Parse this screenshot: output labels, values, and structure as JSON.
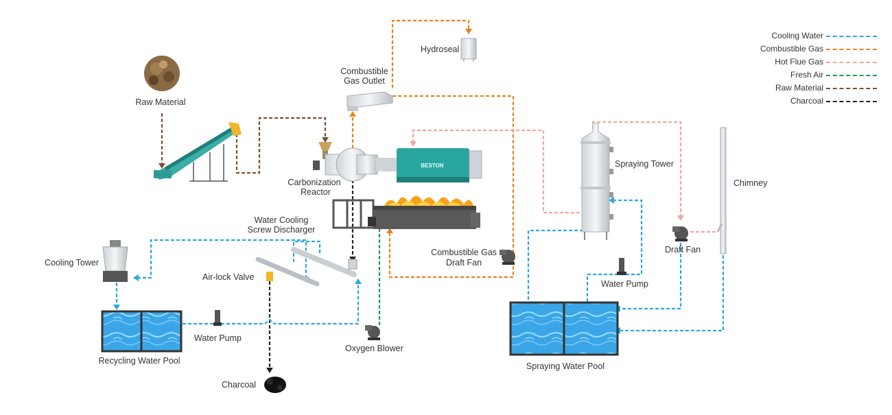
{
  "legend": [
    {
      "label": "Cooling Water",
      "color": "#29a8e0"
    },
    {
      "label": "Combustible Gas",
      "color": "#e8821e"
    },
    {
      "label": "Hot Flue Gas",
      "color": "#f2a6a0"
    },
    {
      "label": "Fresh Air",
      "color": "#1e9e4a"
    },
    {
      "label": "Raw Material",
      "color": "#7a5230"
    },
    {
      "label": "Charcoal",
      "color": "#222222"
    }
  ],
  "labels": {
    "raw_material": "Raw Material",
    "carbonization_reactor_1": "Carbonization",
    "carbonization_reactor_2": "Reactor",
    "combustible_gas_outlet_1": "Combustible",
    "combustible_gas_outlet_2": "Gas Outlet",
    "hydroseal": "Hydroseal",
    "spraying_tower": "Spraying Tower",
    "chimney": "Chimney",
    "draft_fan": "Draft Fan",
    "water_cooling_screw_discharger_1": "Water Cooling",
    "water_cooling_screw_discharger_2": "Screw Discharger",
    "cooling_tower": "Cooling Tower",
    "air_lock_valve": "Air-lock Valve",
    "combustible_gas_draft_fan_1": "Combustible Gas",
    "combustible_gas_draft_fan_2": "Draft Fan",
    "water_pump_right": "Water Pump",
    "water_pump_left": "Water Pump",
    "oxygen_blower": "Oxygen Blower",
    "recycling_water_pool": "Recycling Water Pool",
    "spraying_water_pool": "Spraying Water Pool",
    "charcoal": "Charcoal"
  },
  "brand": "BESTON"
}
